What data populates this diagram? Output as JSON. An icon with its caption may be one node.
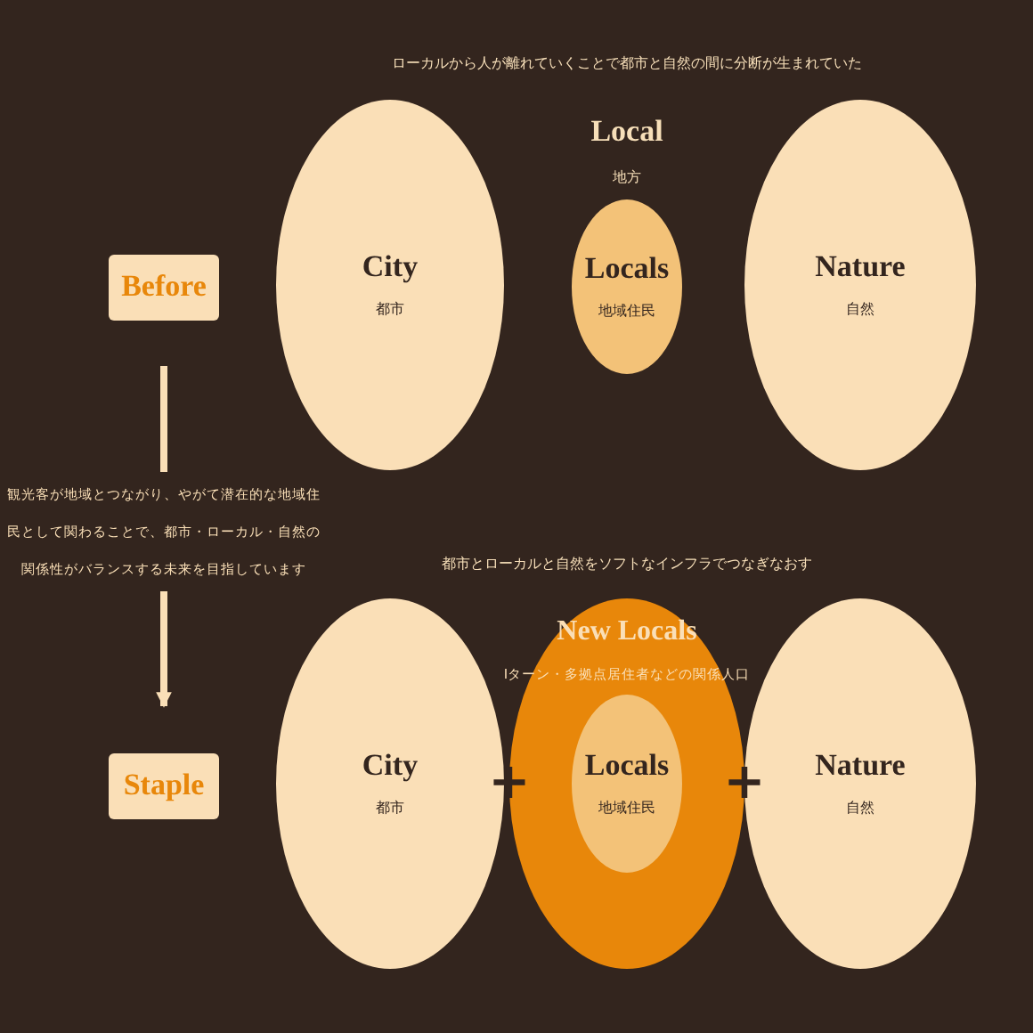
{
  "diagram": {
    "nodes": [
      {
        "text": [
          "Before"
        ]
      },
      {
        "text": [
          "City",
          "都市"
        ]
      },
      {
        "text": [
          "Locals",
          "地域住民"
        ],
        "beside": [
          "Local",
          "地方"
        ]
      },
      {
        "text": [
          "Nature",
          "自然"
        ]
      },
      {
        "text": [
          "Staple"
        ]
      },
      {
        "text": [
          "City",
          "都市"
        ]
      },
      {
        "text": [
          "New Locals",
          "Iターン・多拠点居住者などの関係人口"
        ]
      },
      {
        "text": [
          "Locals",
          "地域住民"
        ],
        "in": 6
      },
      {
        "text": [
          "Nature",
          "自然"
        ]
      }
    ],
    "edges": [
      {
        "from": 0,
        "to": 4,
        "arrow": "to",
        "label": "観光客が地域とつながり、やがて潜在的な地域住民として関わることで、都市・ローカル・自然の関係性がバランスする未来を目指しています"
      }
    ],
    "labels": [
      "ローカルから人が離れていくことで都市と自然の間に分断が生まれていた",
      "都市とローカルと自然をソフトなインフラでつなぎなおす",
      "+",
      "+"
    ]
  }
}
